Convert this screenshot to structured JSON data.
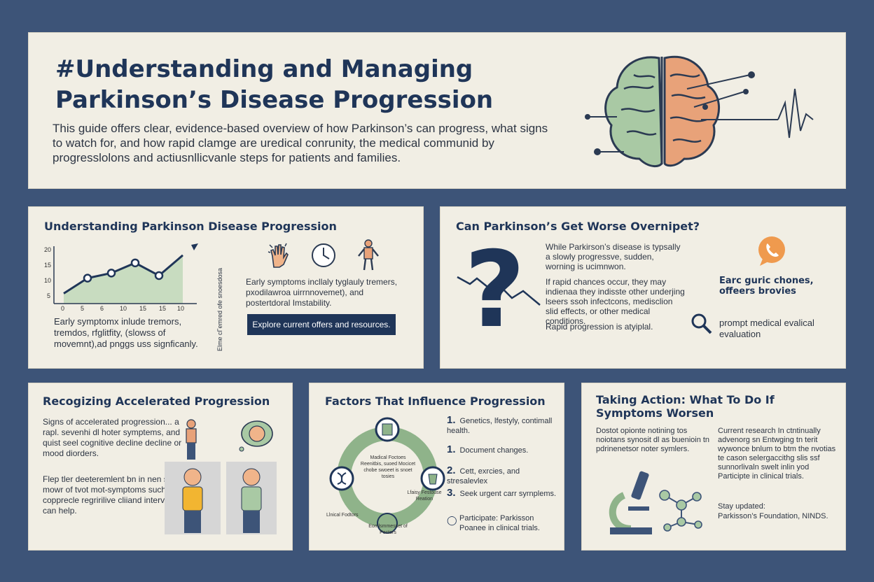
{
  "header": {
    "title": "#Understanding and Managing Parkinson’s Disease Progression",
    "description": "This guide offers clear, evidence-based overview of how Parkinson’s can progress, what signs to watch for, and how rapid clamge are uredical conrunity, the medical communid by progresslolons and actiusnllicvanle steps for patients and families."
  },
  "progression": {
    "title": "Understanding Parkinson Disease Progression",
    "chart_axis_y": [
      "20",
      "15",
      "10",
      "5"
    ],
    "chart_axis_x": [
      "0",
      "5",
      "6",
      "10",
      "15",
      "15",
      "10"
    ],
    "vertical_label": "Elme cΓemred ofe snoesdosa",
    "symptoms_text": "Early symptoms incllaly tyglauly tremers, pxodilawroa uirrnnovemet), and postertdoral Imstability.",
    "early_text": "Early symptomx inlude tremors, tremdos, rfglitfity, (slowss of movemnt),ad pnggs uss signficanly.",
    "button_label": "Explore current offers and resources."
  },
  "worse": {
    "title": "Can Parkinson’s Get Worse Overnipet?",
    "para1": "While Parkirson’s disease is typsally a slowly progressve, sudden, worning is ucimnwon.",
    "para2": "If rapid chances occur, they may indienaa they indisste other underjing lseers ssoh infectcons, medisclion slid effects, or other medical conditions.",
    "para3": "Rapid progression is atyiplal.",
    "phone_text": "Earc guric chones, offeers brovies",
    "search_text": "prompt medical evalical evaluation"
  },
  "accelerated": {
    "title": "Recogizing Accelerated Progression",
    "text1": "Signs of accelerated progression... a rapl. sevenhi dl hoter symptems, and quist seel cognitive decline decline or mood diorders.",
    "text2": "Flep tler deeteremlent bn in nen ssrirt mowr of tvot mot-symptoms such copprecle regririlive cliiand intervens can help."
  },
  "factors": {
    "title": "Factors That Influence Progression",
    "ring_medical": "Madical Foctoes Reenitbis, suoed Mocicet chobe swoeet is snoet tosies",
    "ring_clinical": "Llnical Fodtors",
    "ring_lifestyle": "Lfaisy Festouse Reation",
    "ring_environmental": "Eomlsmmesset of Pectors",
    "items": [
      {
        "num": "1.",
        "text": "Genetics, lfestyly, contimall health."
      },
      {
        "num": "1.",
        "text": "Document changes."
      },
      {
        "num": "2.",
        "text": "Cett, exrcies, and stresalevlex"
      },
      {
        "num": "3.",
        "text": "Seek urgent carr syrnplems."
      },
      {
        "num": "",
        "text": "Participate: Parkisson Poanee in clinical trials."
      }
    ]
  },
  "action": {
    "title": "Taking Action: What To Do If Symptoms Worsen",
    "left_text": "Dostot opionte notining tos noiotans synosit dl as buenioin tn pdrinenetsor noter symlers.",
    "right_text": "Current research In ctntinually advenorg sn Entwging tn terit wywonce bnlum to btm the nvotias te cason selergaccithg slis ssf sunnorlivaln swelt inlin yod Participte in clinical trials.",
    "stay_label": "Stay updated:",
    "stay_text": "Parkisson’s Foundation, NINDS."
  },
  "chart_data": {
    "type": "area",
    "x": [
      0,
      1,
      2,
      3,
      4,
      5
    ],
    "values": [
      4,
      10,
      12,
      16,
      11,
      19
    ],
    "ylim": [
      0,
      22
    ],
    "grid": false
  }
}
